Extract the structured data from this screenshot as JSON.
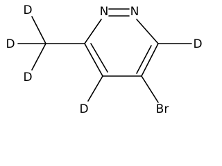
{
  "molecule": {
    "atoms": {
      "n_left": "N",
      "n_right": "N",
      "d_ring_right": "D",
      "br": "Br",
      "d_ring_bottom": "D",
      "d_methyl_top": "D",
      "d_methyl_left": "D",
      "d_methyl_bottom": "D"
    }
  }
}
